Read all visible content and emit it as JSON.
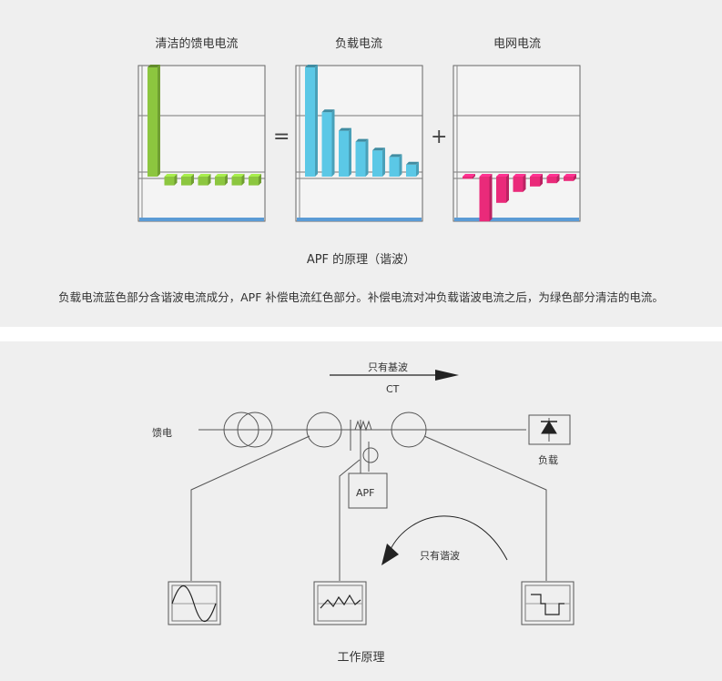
{
  "top_panel": {
    "charts": [
      {
        "title": "清洁的馈电电流",
        "color": "#8cc63f",
        "values": [
          100,
          -8,
          -8,
          -8,
          -8,
          -8,
          -8
        ]
      },
      {
        "title": "负载电流",
        "color": "#5bc8e6",
        "values": [
          100,
          59,
          42,
          32,
          24,
          18,
          11
        ]
      },
      {
        "title": "电网电流",
        "color": "#ea2a7a",
        "values": [
          -2,
          -41,
          -24,
          -14,
          -9,
          -6,
          -4
        ]
      }
    ],
    "equals_sign": "=",
    "plus_sign": "+",
    "caption": "APF 的原理（谐波）",
    "description": "负载电流蓝色部分含谐波电流成分，APF 补偿电流红色部分。补偿电流对冲负载谐波电流之后，为绿色部分清洁的电流。"
  },
  "bottom_panel": {
    "arrow_label_top": "只有基波",
    "ct_label": "CT",
    "feed_label": "馈电",
    "load_label": "负载",
    "apf_label": "APF",
    "harmonic_label": "只有谐波",
    "caption": "工作原理"
  }
}
